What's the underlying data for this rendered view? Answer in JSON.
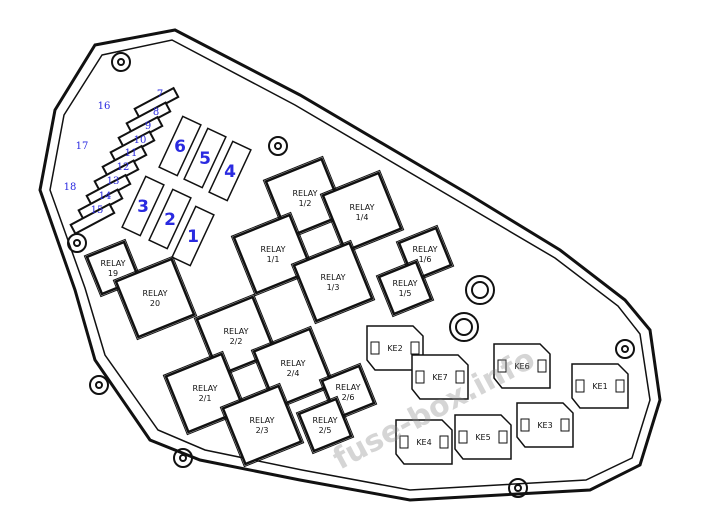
{
  "relays": [
    {
      "label": "RELAY",
      "num": "1/2"
    },
    {
      "label": "RELAY",
      "num": "1/4"
    },
    {
      "label": "RELAY",
      "num": "1/1"
    },
    {
      "label": "RELAY",
      "num": "1/3"
    },
    {
      "label": "RELAY",
      "num": "1/6"
    },
    {
      "label": "RELAY",
      "num": "1/5"
    },
    {
      "label": "RELAY",
      "num": "19"
    },
    {
      "label": "RELAY",
      "num": "20"
    },
    {
      "label": "RELAY",
      "num": "2/2"
    },
    {
      "label": "RELAY",
      "num": "2/4"
    },
    {
      "label": "RELAY",
      "num": "2/1"
    },
    {
      "label": "RELAY",
      "num": "2/3"
    },
    {
      "label": "RELAY",
      "num": "2/6"
    },
    {
      "label": "RELAY",
      "num": "2/5"
    }
  ],
  "ke": [
    "KE2",
    "KE7",
    "KE6",
    "KE1",
    "KE4",
    "KE5",
    "KE3"
  ],
  "small_fuses": [
    "7",
    "8",
    "9",
    "10",
    "11",
    "12",
    "13",
    "14",
    "15",
    "16",
    "17",
    "18"
  ],
  "large_fuses": [
    "6",
    "5",
    "4",
    "3",
    "2",
    "1"
  ],
  "watermark": "fuse-box.info"
}
